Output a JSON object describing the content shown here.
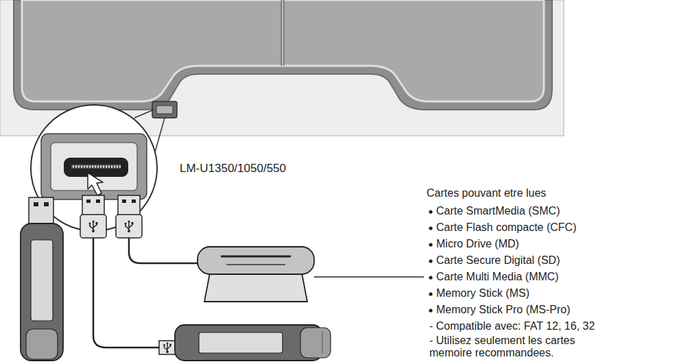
{
  "diagram": {
    "labels": [
      "LM-U1350/1050/550",
      "Cartes pouvant etre lues",
      "Carte SmartMedia (SMC)",
      "Carte Flash compacte (CFC)",
      "Micro Drive (MD)",
      "Carte Secure Digital (SD)",
      "Carte Multi Media (MMC)",
      "Memory Stick (MS)",
      "Memory Stick Pro (MS-Pro)",
      "- Compatible avec: FAT 12, 16, 32",
      "- Utilisez seulement les cartes memoire recommandees."
    ]
  }
}
